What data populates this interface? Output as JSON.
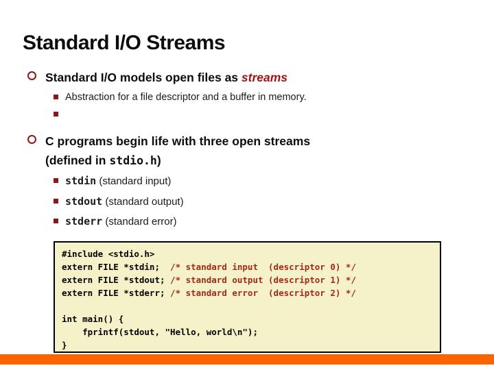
{
  "slide": {
    "title": "Standard I/O Streams"
  },
  "colors": {
    "accent_maroon": "#8e1616",
    "emphasis_red": "#a01414",
    "comment_red": "#a02a1a",
    "code_box_bg": "#f5f1c8",
    "code_box_border": "#000000",
    "bottom_bar_orange": "#ff6200",
    "background": "#ffffff"
  },
  "bullet1": {
    "text": "Standard I/O models open files as ",
    "emphasis": "streams",
    "sub1": "Abstraction for a file descriptor and a buffer in memory.",
    "sub2": ""
  },
  "bullet2": {
    "line1": "C programs begin life with three open streams",
    "line2_pre": "(defined in ",
    "line2_code": "stdio.h",
    "line2_post": ")",
    "sub_items": [
      {
        "mono": "stdin",
        "rest": " (standard input)"
      },
      {
        "mono": "stdout",
        "rest": " (standard output)"
      },
      {
        "mono": "stderr",
        "rest": " (standard error)"
      }
    ]
  },
  "code_box": {
    "lines": [
      {
        "code": "#include <stdio.h>",
        "comment": ""
      },
      {
        "code": "extern FILE *stdin;  ",
        "comment": "/* standard input  (descriptor 0) */"
      },
      {
        "code": "extern FILE *stdout; ",
        "comment": "/* standard output (descriptor 1) */"
      },
      {
        "code": "extern FILE *stderr; ",
        "comment": "/* standard error  (descriptor 2) */"
      },
      {
        "code": "",
        "comment": ""
      },
      {
        "code": "int main() {",
        "comment": ""
      },
      {
        "code": "    fprintf(stdout, \"Hello, world\\n\");",
        "comment": ""
      },
      {
        "code": "}",
        "comment": ""
      }
    ]
  }
}
